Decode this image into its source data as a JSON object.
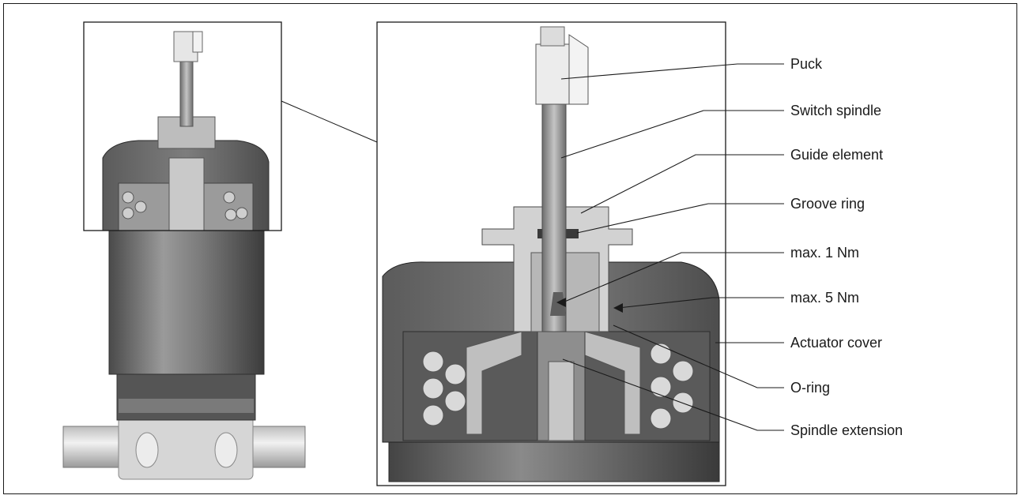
{
  "labels": {
    "puck": "Puck",
    "switch_spindle": "Switch spindle",
    "guide_element": "Guide element",
    "groove_ring": "Groove ring",
    "max_1nm": "max. 1 Nm",
    "max_5nm": "max. 5 Nm",
    "actuator_cover": "Actuator cover",
    "o_ring": "O-ring",
    "spindle_extension": "Spindle extension"
  }
}
